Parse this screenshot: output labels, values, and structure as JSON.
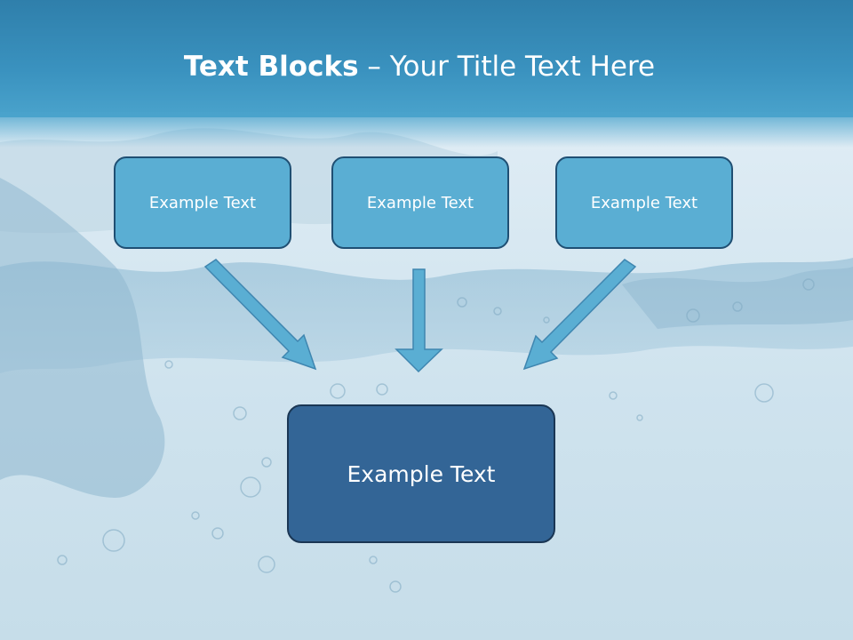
{
  "slide": {
    "title_bold": "Text Blocks",
    "title_dash": "–",
    "title_rest": "Your Title Text Here"
  },
  "diagram": {
    "top_boxes": [
      {
        "label": "Example Text"
      },
      {
        "label": "Example Text"
      },
      {
        "label": "Example Text"
      }
    ],
    "bottom_box": {
      "label": "Example Text"
    }
  },
  "colors": {
    "header": "#3a92bf",
    "top_box_fill": "#5aaed3",
    "bottom_box_fill": "#336596",
    "border": "#1f4f73",
    "arrow_fill": "#5aaed3"
  }
}
